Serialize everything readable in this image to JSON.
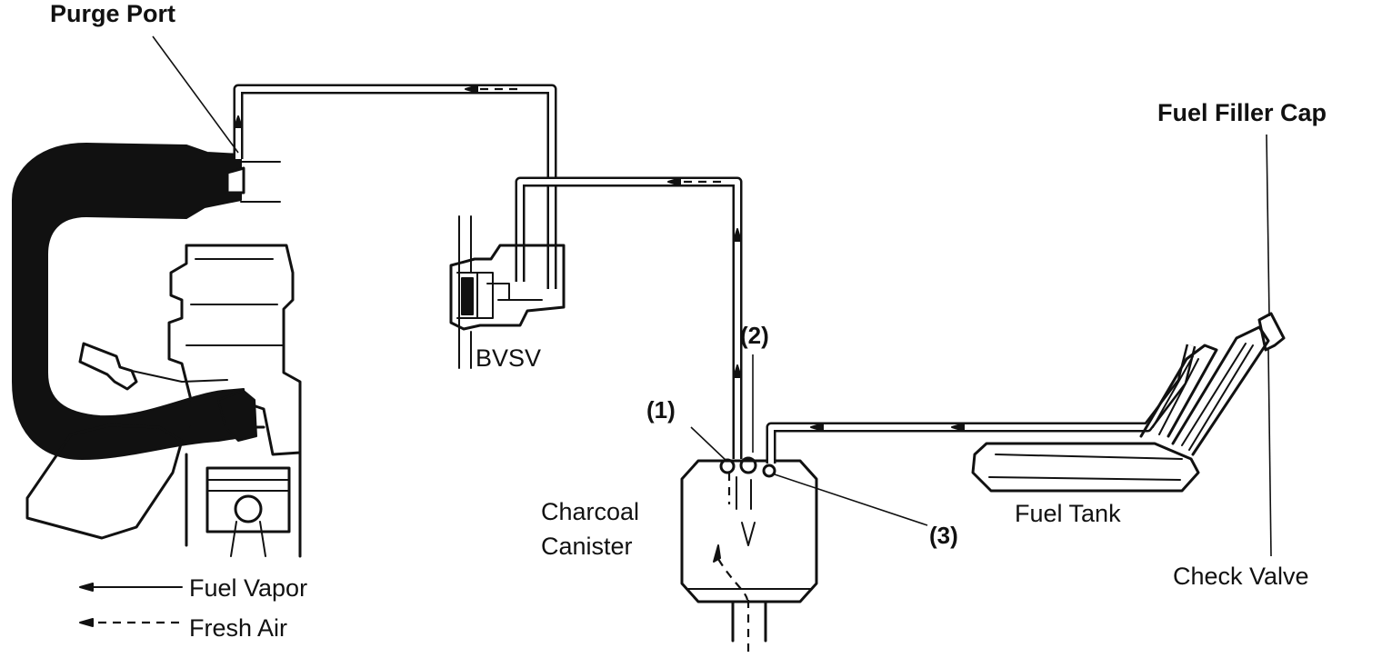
{
  "labels": {
    "purge_port": "Purge Port",
    "bvsv": "BVSV",
    "fuel_filler_cap": "Fuel Filler Cap",
    "charcoal": "Charcoal",
    "canister": "Canister",
    "fuel_tank": "Fuel Tank",
    "check_valve": "Check Valve",
    "port_1": "(1)",
    "port_2": "(2)",
    "port_3": "(3)"
  },
  "legend": {
    "fuel_vapor": "Fuel Vapor",
    "fresh_air": "Fresh Air"
  }
}
